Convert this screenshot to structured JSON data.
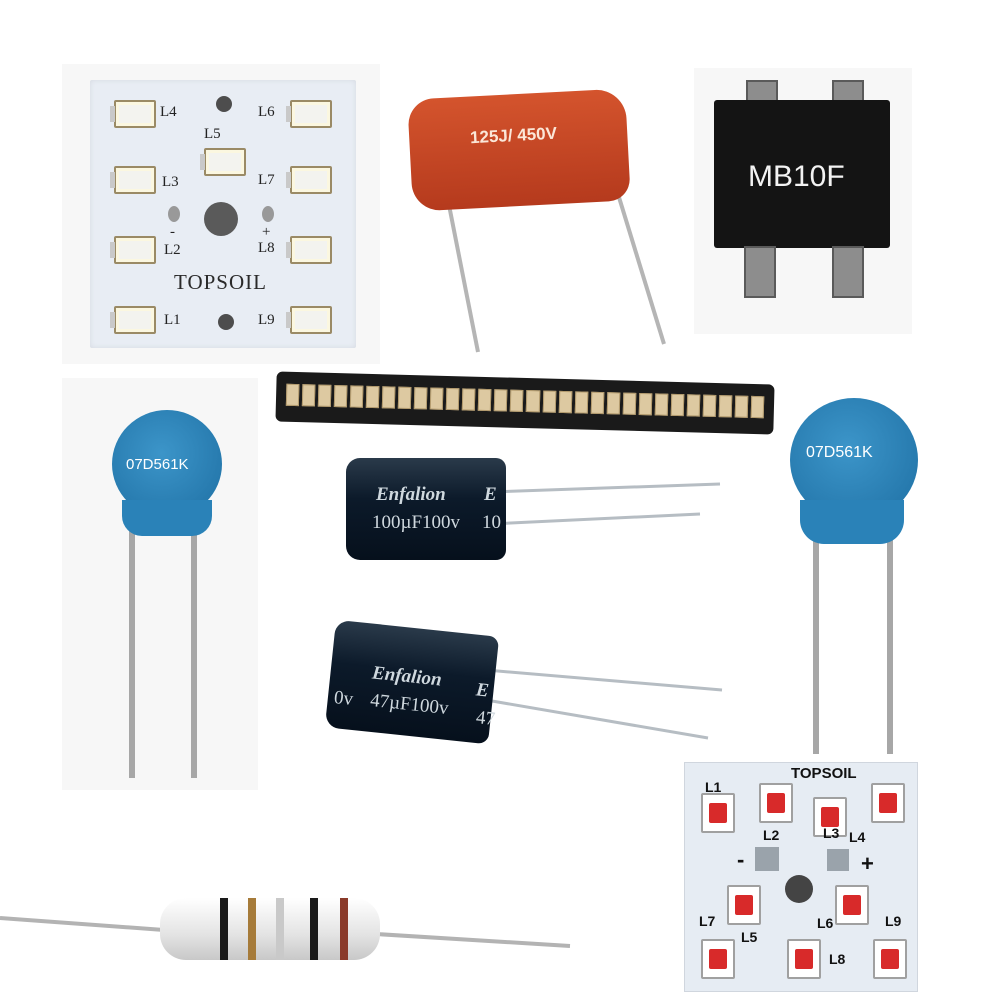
{
  "white_led_board": {
    "brand": "TOPSOIL",
    "labels": [
      "L4",
      "L5",
      "L6",
      "L3",
      "L7",
      "L2",
      "L8",
      "L1",
      "L9"
    ],
    "polarity_minus": "-",
    "polarity_plus": "+"
  },
  "film_capacitor": {
    "marking": "125J/ 450V"
  },
  "bridge_rectifier": {
    "marking": "MB10F"
  },
  "varistors": [
    {
      "marking": "07D561K"
    },
    {
      "marking": "07D561K"
    }
  ],
  "electrolytic_caps": [
    {
      "brand": "Enfalion",
      "brand_tail": "E",
      "value": "100µF100v",
      "value_tail": "10"
    },
    {
      "brand": "Enfalion",
      "brand_tail": "E",
      "value": "47µF100v",
      "value_tail": "47",
      "value_head": "0v"
    }
  ],
  "red_led_board": {
    "brand": "TOPSOIL",
    "labels": [
      "L1",
      "L2",
      "L3",
      "L4",
      "L5",
      "L6",
      "L7",
      "L8",
      "L9"
    ],
    "polarity_minus": "-",
    "polarity_plus": "+"
  },
  "colors": {
    "led_red": "#d82a2a",
    "varistor_blue": "#2a82b8",
    "film_cap_orange": "#c4462a",
    "ecap_body": "#0c1a2a"
  }
}
